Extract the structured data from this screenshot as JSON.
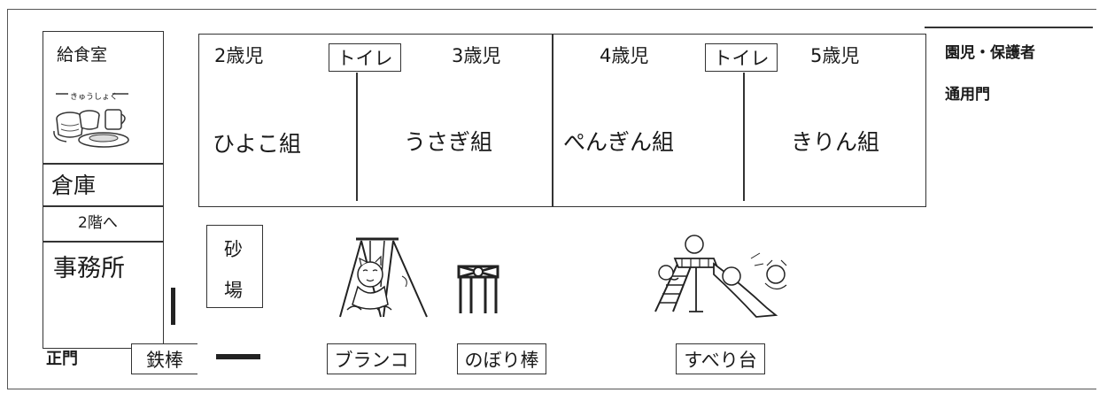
{
  "left_column": {
    "kitchen": "給食室",
    "kitchen_sign": "きゅうしょく",
    "storage": "倉庫",
    "stairs": "2階へ",
    "office": "事務所"
  },
  "classrooms": {
    "age2": "2歳児",
    "age3": "3歳児",
    "age4": "4歳児",
    "age5": "5歳児",
    "toilet_1": "トイレ",
    "toilet_2": "トイレ",
    "hiyoko": "ひよこ組",
    "usagi": "うさぎ組",
    "pengin": "ぺんぎん組",
    "kirin": "きりん組"
  },
  "gate": {
    "parents_gate_line1": "園児・保護者",
    "parents_gate_line2": "通用門",
    "main_gate": "正門"
  },
  "playground": {
    "sandbox_1": "砂",
    "sandbox_2": "場",
    "bars": "鉄棒",
    "swing": "ブランコ",
    "climbing_pole": "のぼり棒",
    "slide": "すべり台"
  },
  "icons": [
    "lunch-illustration-icon",
    "swing-illustration-icon",
    "climbing-pole-icon",
    "slide-illustration-icon",
    "iron-bar-icon"
  ]
}
